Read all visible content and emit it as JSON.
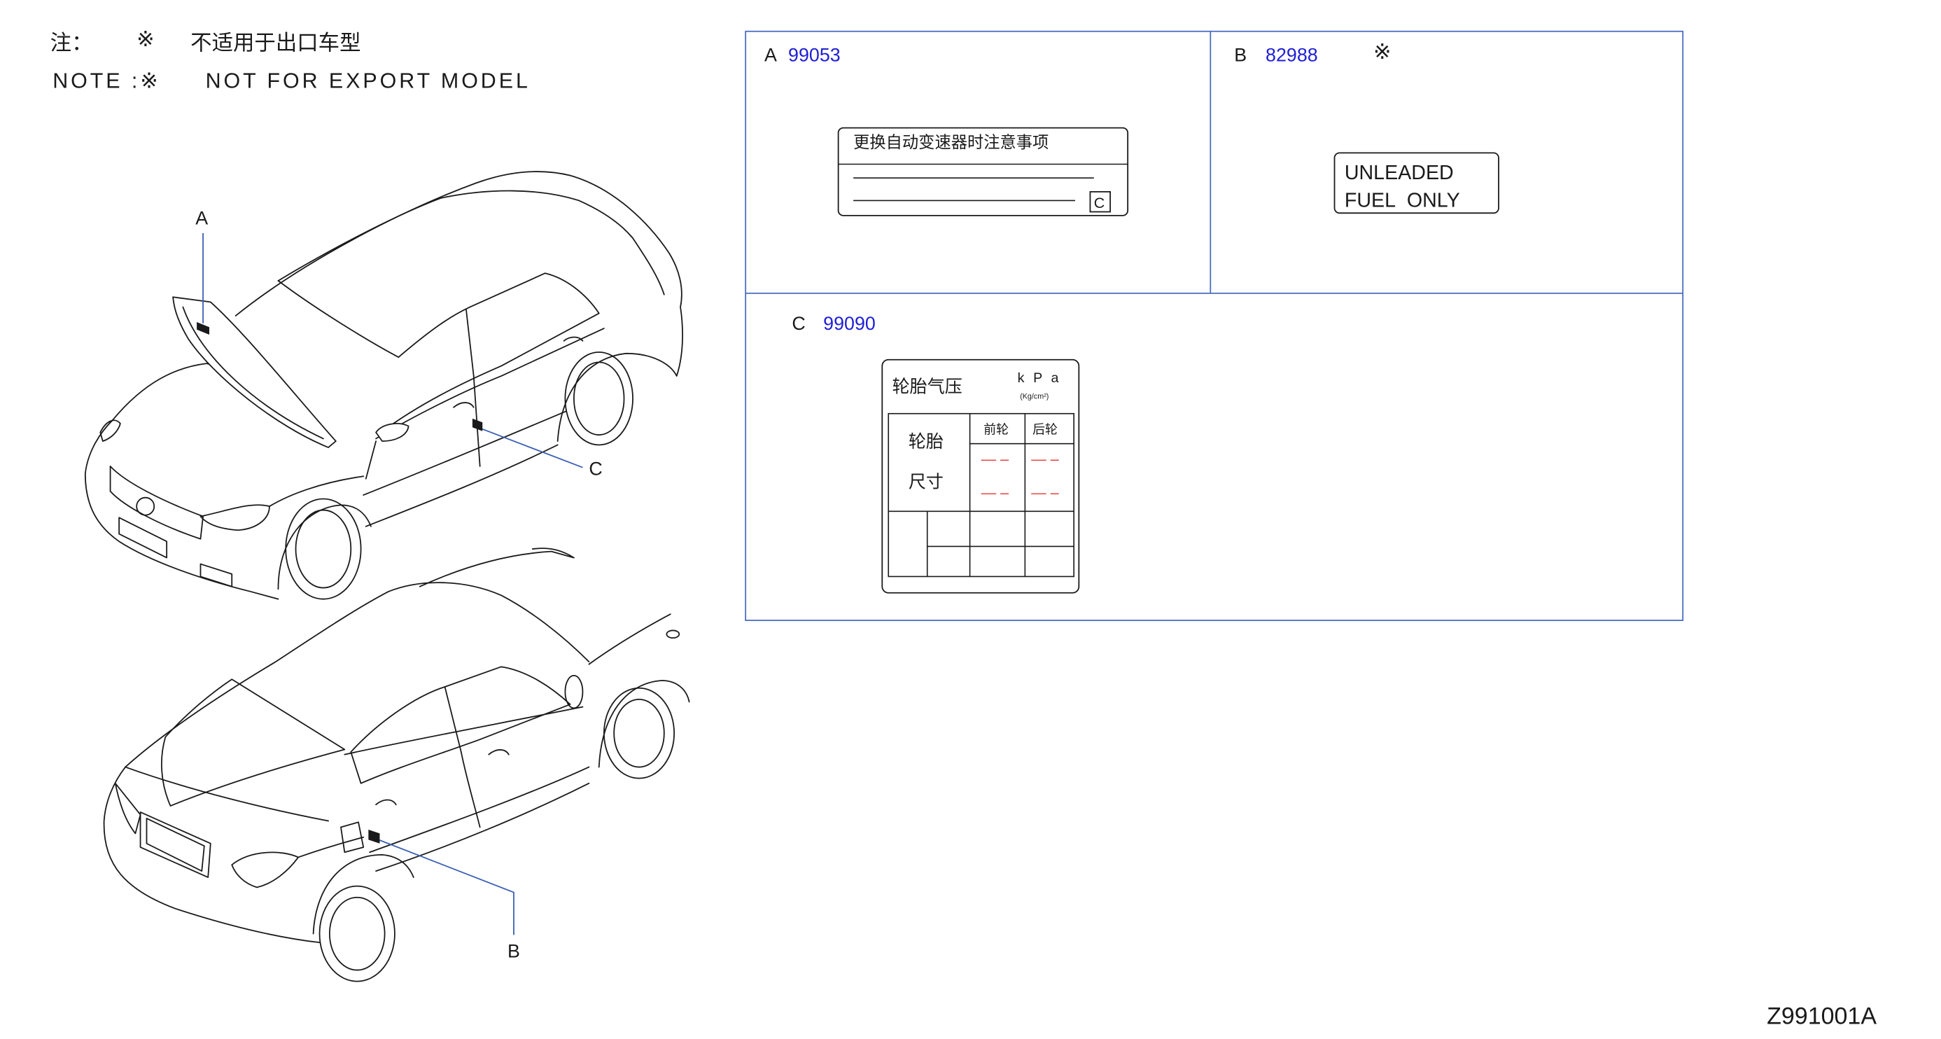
{
  "notes": {
    "cn_prefix": "注：",
    "cn_symbol": "※",
    "cn_text": "不适用于出口车型",
    "en_prefix": "NOTE :※",
    "en_text": "NOT FOR EXPORT MODEL"
  },
  "callouts": {
    "a": "A",
    "b": "B",
    "c": "C"
  },
  "panels": {
    "a": {
      "letter": "A",
      "part_number": "99053",
      "label_title": "更换自动变速器时注意事项",
      "label_box_letter": "C"
    },
    "b": {
      "letter": "B",
      "part_number": "82988",
      "symbol": "※",
      "label_line1": "UNLEADED",
      "label_line2": "FUEL ONLY"
    },
    "c": {
      "letter": "C",
      "part_number": "99090",
      "label_title": "轮胎气压",
      "unit": "k P a",
      "unit_alt": "(Kg/cm²)",
      "col_front": "前轮",
      "col_rear": "后轮",
      "row_label_1": "轮胎",
      "row_label_2": "尺寸",
      "value_placeholder": "— –"
    }
  },
  "diagram_code": "Z991001A",
  "colors": {
    "part_number": "#1f1fd6",
    "callout_line": "#3b5fb5",
    "panel_border": "#4a6cc0",
    "tire_placeholder": "#e53935"
  }
}
